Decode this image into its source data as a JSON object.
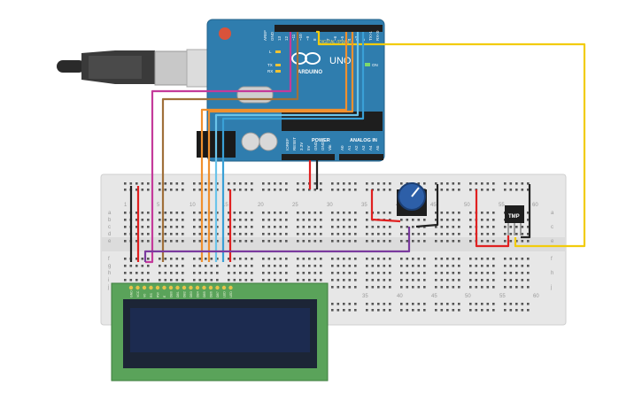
{
  "arduino": {
    "brand": "ARDUINO",
    "model": "UNO",
    "digital_label": "DIGITAL (PWM~)",
    "power_label": "POWER",
    "analog_label": "ANALOG IN",
    "on_label": "ON",
    "l_label": "L",
    "tx_label": "TX",
    "rx_label": "RX",
    "aref": "AREF",
    "gnd": "GND",
    "pin13": "13",
    "pin12": "12",
    "pin11": "~11",
    "pin10": "~10",
    "pin9": "~9",
    "pin8": "8",
    "pin7": "7",
    "pin6": "~6",
    "pin5": "~5",
    "pin4": "4",
    "pin3": "~3",
    "pin2": "2",
    "pin1": "TX>1",
    "pin0": "RX<0",
    "ioref": "IOREF",
    "reset": "RESET",
    "v33": "3.3V",
    "v5": "5V",
    "gnd1": "GND",
    "gnd2": "GND",
    "vin": "Vin",
    "a0": "A0",
    "a1": "A1",
    "a2": "A2",
    "a3": "A3",
    "a4": "A4",
    "a5": "A5"
  },
  "breadboard": {
    "col1": "1",
    "col5": "5",
    "col10": "10",
    "col15": "15",
    "col20": "20",
    "col25": "25",
    "col30": "30",
    "col35": "35",
    "col40": "40",
    "col45": "45",
    "col50": "50",
    "col55": "55",
    "col60": "60",
    "row_a": "a",
    "row_b": "b",
    "row_c": "c",
    "row_d": "d",
    "row_e": "e",
    "row_f": "f",
    "row_g": "g",
    "row_h": "h",
    "row_i": "i",
    "row_j": "j"
  },
  "sensor": {
    "label": "TMP"
  },
  "lcd": {
    "pins": [
      "GND",
      "VCC",
      "V0",
      "RS",
      "RW",
      "E",
      "DB0",
      "DB1",
      "DB2",
      "DB3",
      "DB4",
      "DB5",
      "DB6",
      "DB7",
      "LED",
      "LED"
    ]
  },
  "colors": {
    "arduino_blue": "#2f7dae",
    "breadboard": "#e7e7e7",
    "lcd_board": "#5aa35a",
    "lcd_screen": "#1c2b50",
    "wire_yellow": "#f2cc0c",
    "wire_orange": "#f0902e",
    "wire_blue": "#3aa0d6",
    "wire_lightblue": "#6bc4ea",
    "wire_red": "#e02020",
    "wire_black": "#222222",
    "wire_purple": "#7a3a9e",
    "wire_magenta": "#c43a9b",
    "wire_brown": "#a0703a",
    "pot_knob": "#2d5fa8"
  }
}
